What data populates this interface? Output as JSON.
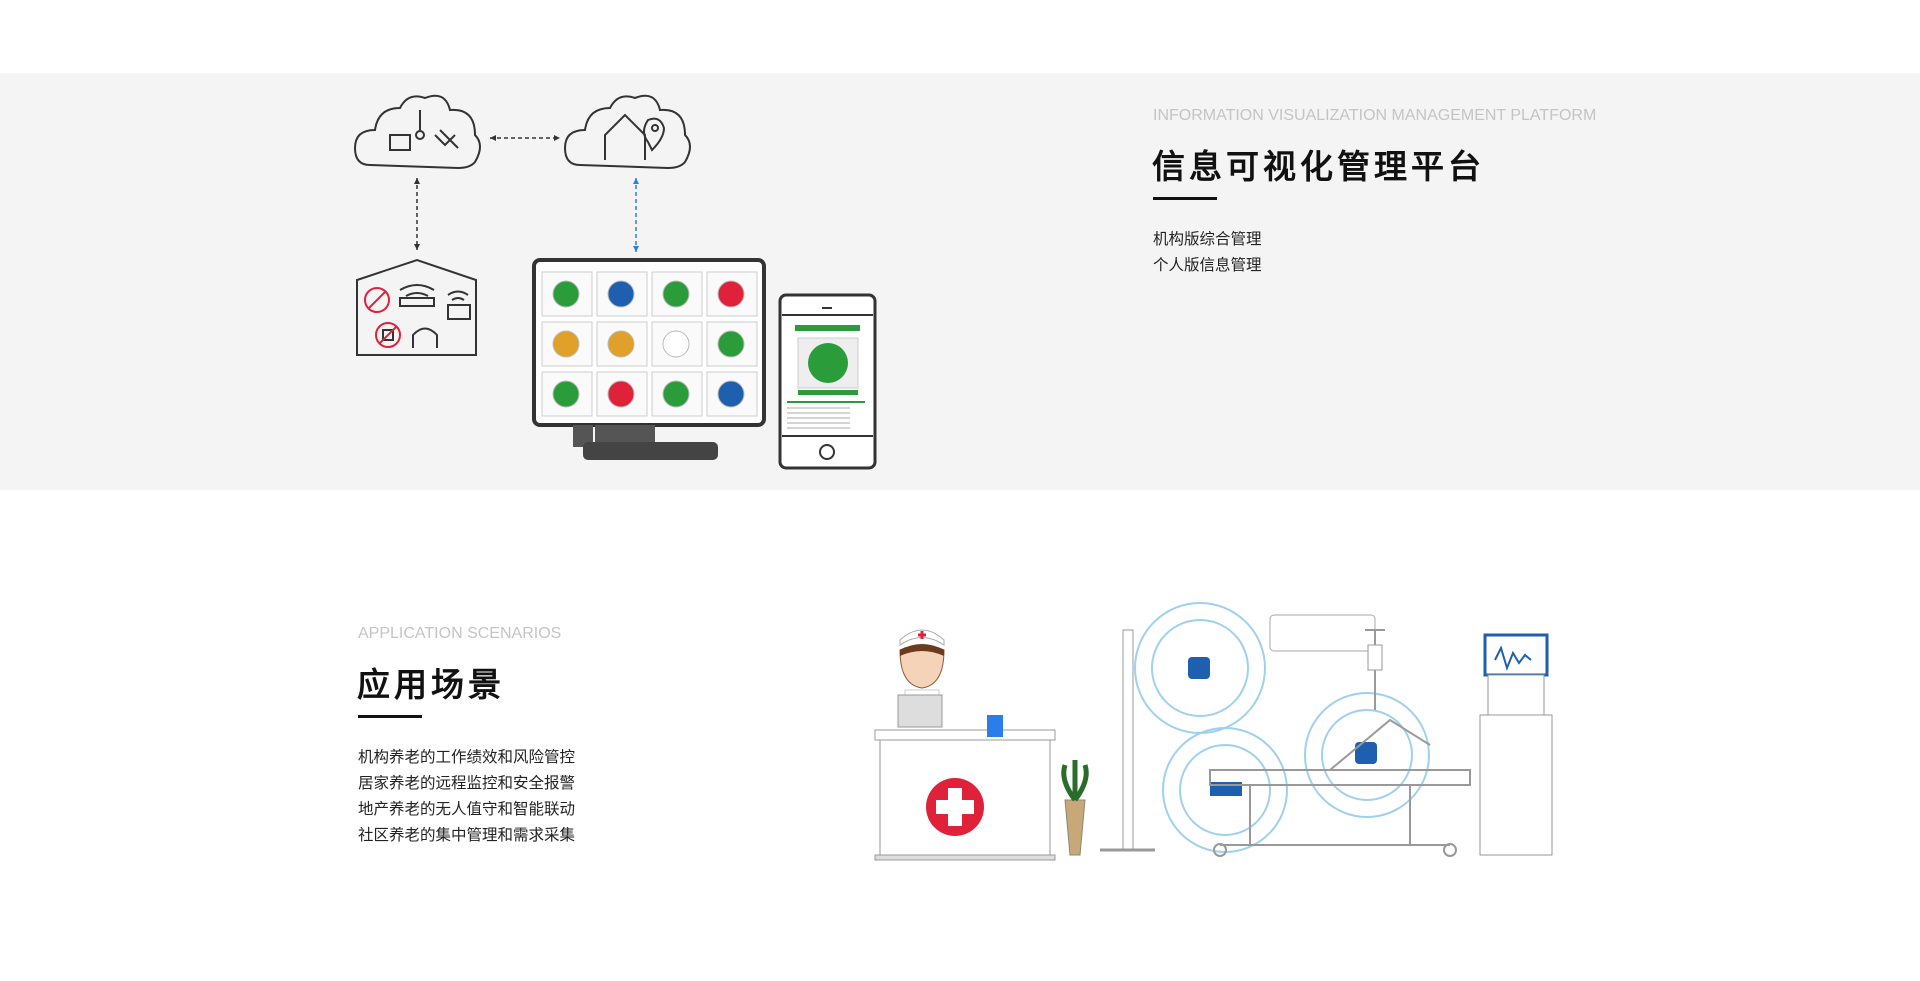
{
  "platform": {
    "subtitle": "INFORMATION VISUALIZATION MANAGEMENT PLATFORM",
    "title": "信息可视化管理平台",
    "items": [
      "机构版综合管理",
      "个人版信息管理"
    ]
  },
  "scenarios": {
    "subtitle": "APPLICATION SCENARIOS",
    "title": "应用场景",
    "items": [
      "机构养老的工作绩效和风险管控",
      "居家养老的远程监控和安全报警",
      "地产养老的无人值守和智能联动",
      "社区养老的集中管理和需求采集"
    ]
  },
  "colors": {
    "band": "#f4f4f4",
    "green": "#2a9d3a",
    "blue": "#1f5fb0",
    "orange": "#e0a02a",
    "red": "#e0213a",
    "dashed_blue": "#2b7de9"
  },
  "icons": [
    "cloud-sensors-icon",
    "cloud-home-location-icon",
    "house-devices-icon",
    "monitor-dashboard-icon",
    "phone-app-icon"
  ]
}
